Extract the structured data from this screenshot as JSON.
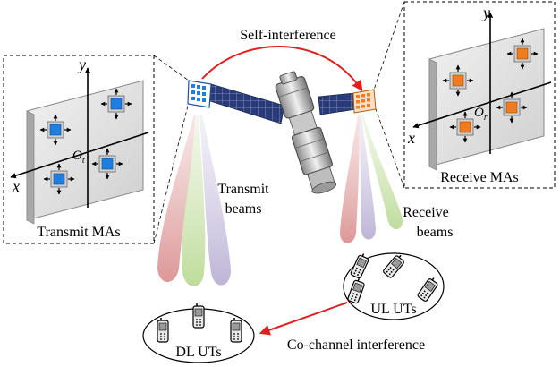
{
  "labels": {
    "self_interference": "Self-interference",
    "transmit_beams_1": "Transmit",
    "transmit_beams_2": "beams",
    "receive_beams_1": "Receive",
    "receive_beams_2": "beams",
    "transmit_mas": "Transmit MAs",
    "receive_mas": "Receive MAs",
    "ul_uts": "UL UTs",
    "dl_uts": "DL UTs",
    "co_channel": "Co-channel interference"
  },
  "axes": {
    "x": "x",
    "y": "y",
    "origin_t": "O",
    "origin_t_sub": "t",
    "origin_r": "O",
    "origin_r_sub": "r"
  },
  "colors": {
    "self_interference_arrow": "#e02020",
    "co_channel_arrow": "#e02020",
    "transmit_element": "#1f7fe0",
    "receive_element": "#f07c1e",
    "solar_panel": "#2a3c78",
    "beam_red": "#e0a4a4",
    "beam_green": "#c6dfa6",
    "beam_purple": "#c6bedb"
  },
  "icons": [
    "satellite-icon",
    "antenna-panel-icon",
    "phone-icon"
  ]
}
